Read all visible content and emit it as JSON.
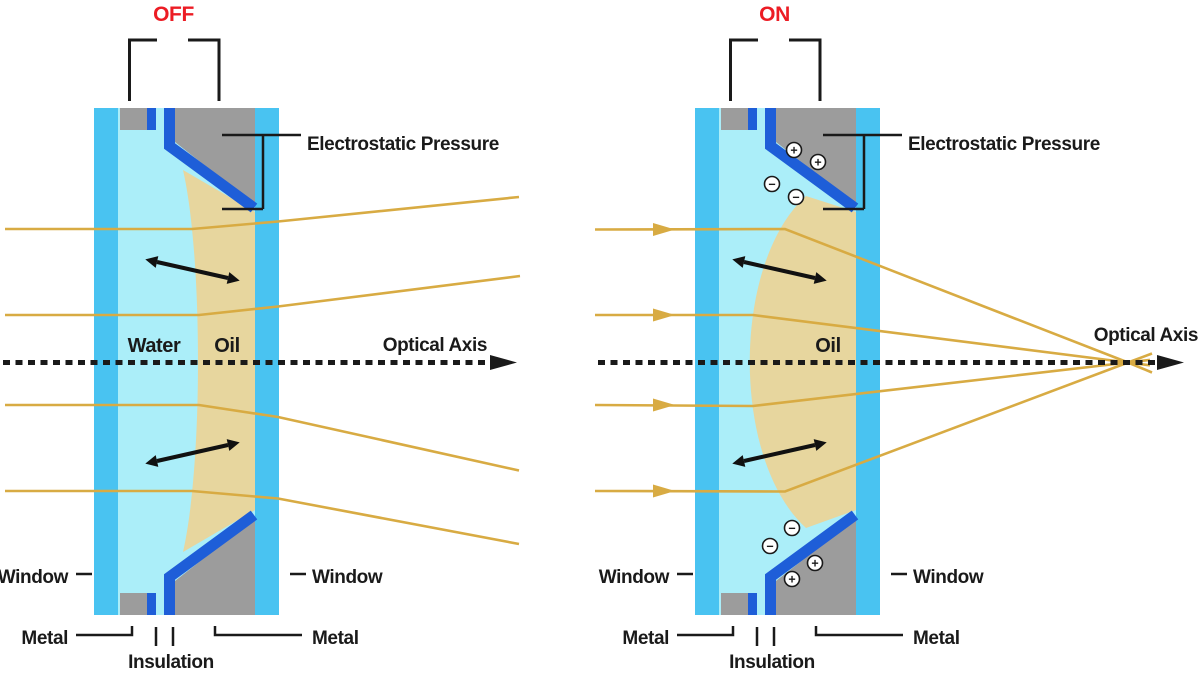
{
  "figure": {
    "colors": {
      "window_cyan": "#49C3F1",
      "water_fill": "#ABEEF9",
      "oil_fill": "#E7D69E",
      "insulation_blue": "#1E5ED8",
      "metal_gray": "#9C9C9C",
      "light_ray_gold": "#D8AB43",
      "state_label_red": "#EC1C24",
      "ink": "#1A1A1A"
    },
    "icons": {
      "plus_charge": "+",
      "minus_charge": "−"
    },
    "off": {
      "state_label": "OFF",
      "callout_electrostatic": "Electrostatic Pressure",
      "label_water": "Water",
      "label_oil": "Oil",
      "label_optical_axis": "Optical Axis",
      "label_window_left": "Window",
      "label_window_right": "Window",
      "label_metal_left": "Metal",
      "label_metal_right": "Metal",
      "label_insulation": "Insulation"
    },
    "on": {
      "state_label": "ON",
      "callout_electrostatic": "Electrostatic Pressure",
      "label_oil": "Oil",
      "label_optical_axis": "Optical Axis",
      "label_window_left": "Window",
      "label_window_right": "Window",
      "label_metal_left": "Metal",
      "label_metal_right": "Metal",
      "label_insulation": "Insulation"
    }
  }
}
